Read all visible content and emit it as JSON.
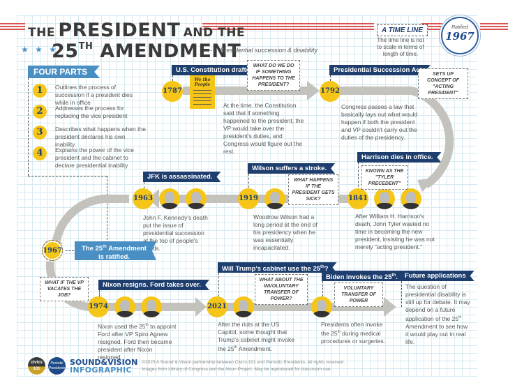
{
  "header": {
    "title_line1_small_a": "THE",
    "title_line1_large": "PRESIDENT",
    "title_line1_small_b": "AND THE",
    "title_line2_num": "25",
    "title_line2_sup": "TH",
    "title_line2_word": "AMENDMENT",
    "stars": "★ ★ ★",
    "subtitle": "----→ Presidential succession & disability",
    "timeline_label": "A TIME LINE",
    "timeline_note": "The time line is not to scale in terms of length of time.",
    "seal_label": "Ratified",
    "seal_year": "1967"
  },
  "four_parts": {
    "title": "FOUR PARTS",
    "items": [
      {
        "num": "1",
        "text": "Outlines the process of succession if a president dies while in office"
      },
      {
        "num": "2",
        "text": "Addresses the process for replacing the vice president"
      },
      {
        "num": "3",
        "text": "Describes what happens when the president declares his own inability"
      },
      {
        "num": "4",
        "text": "Explains the power of the vice president and the cabinet to declare presidential inability"
      }
    ]
  },
  "events": {
    "e1787": {
      "year": "1787",
      "banner": "U.S. Constitution drafted",
      "bubble": "WHAT DO WE DO IF SOMETHING HAPPENS TO THE PRESIDENT?",
      "doc_header": "We the People",
      "desc": "At the time, the Constitution said that if something happened to the president, the VP would take over the president's duties, and Congress would figure out the rest."
    },
    "e1792": {
      "year": "1792",
      "banner": "Presidential Succession Act",
      "bubble": "SETS UP CONCEPT OF \"ACTING PRESIDENT\"",
      "desc": "Congress passes a law that basically lays out what would happen if both the president and VP couldn't carry out the duties of the presidency."
    },
    "e1841": {
      "year": "1841",
      "banner": "Harrison dies in office.",
      "bubble": "KNOWN AS THE \"TYLER PRECEDENT\"",
      "desc": "After William H. Harrison's death, John Tyler wasted no time in becoming the new president, insisting he was not merely \"acting president.\""
    },
    "e1919": {
      "year": "1919",
      "banner": "Wilson suffers a stroke.",
      "bubble": "WHAT HAPPENS IF THE PRESIDENT GETS SICK?",
      "desc": "Woodrow Wilson had a long period at the end of his presidency when he was essentially incapacitated."
    },
    "e1963": {
      "year": "1963",
      "banner": "JFK is assassinated.",
      "desc": "John F. Kennedy's death put the issue of presidential succession at the top of people's minds."
    },
    "e1967": {
      "year": "1967",
      "banner_a": "The 25",
      "banner_sup": "th",
      "banner_b": " Amendment",
      "banner_line2": "is ratified.",
      "bubble": "WHAT IF THE VP VACATES THE JOB?"
    },
    "e1974": {
      "year": "1974",
      "banner": "Nixon resigns. Ford takes over.",
      "desc_a": "Nixon used the 25",
      "desc_sup": "th",
      "desc_b": " to appoint Ford after VP Spiro Agnew resigned. Ford then became president after Nixon resigned."
    },
    "e2021": {
      "year": "2021",
      "banner_a": "Will Trump's cabinet use the 25",
      "banner_sup": "th",
      "banner_b": "?",
      "bubble": "WHAT ABOUT THE INVOLUNTARY TRANSFER OF POWER?",
      "desc_a": "After the riots at the US Capitol, some thought that Trump's cabinet might invoke the 25",
      "desc_sup": "th",
      "desc_b": " Amendment."
    },
    "biden": {
      "banner_a": "Biden invokes the 25",
      "banner_sup": "th",
      "banner_b": ".",
      "bubble": "VOLUNTARY TRANSFER OF POWER",
      "desc_a": "Presidents often invoke the 25",
      "desc_sup": "th",
      "desc_b": " during medical procedures or surgeries."
    },
    "future": {
      "banner": "Future applications",
      "desc_a": "The question of presidential disability is still up for debate. It may depend on a future application of the 25",
      "desc_sup": "th",
      "desc_b": " Amendment to see how it would play out in real life."
    }
  },
  "footer": {
    "logo1": "civics 101",
    "logo2": "Periodic Presidents",
    "brand_line1": "SOUND&VISION",
    "brand_line2": "INFOGRAPHIC",
    "copyright": "©2023 A Sound & Vision partnership between Civics 101 and Periodic Presidents. All rights reserved.",
    "credits": "Images from Library of Congress and the Noun Project. May be reproduced for classroom use."
  },
  "colors": {
    "navy": "#1e3e6e",
    "light_blue": "#4a8fc4",
    "yellow": "#f5c518",
    "red_stripe": "#d9534f",
    "arrow_gray": "#c4c2bd",
    "grid": "#d6eaf2"
  }
}
